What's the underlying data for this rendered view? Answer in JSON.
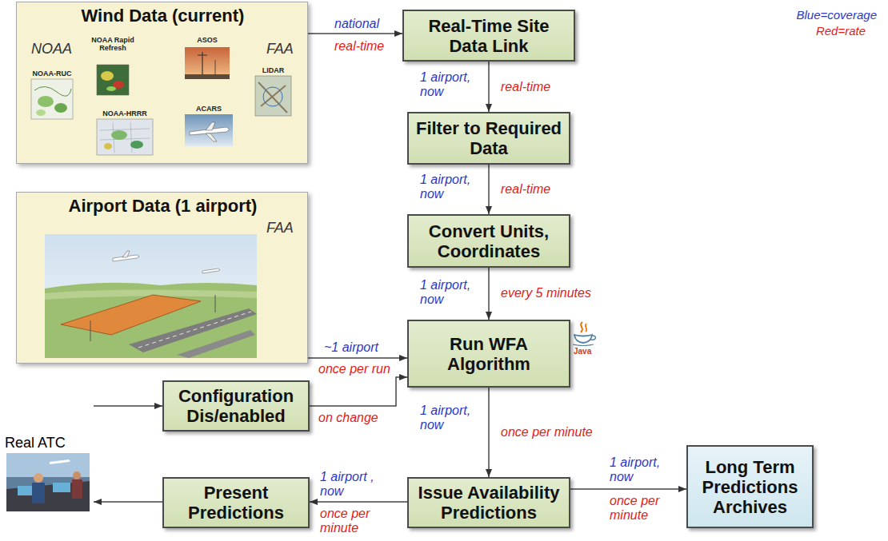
{
  "diagram": {
    "nodes": [
      {
        "text": [
          "Wind Data (current)",
          "NOAA",
          "FAA",
          "NOAA Rapid Refresh",
          "NOAA-RUC",
          "NOAA-HRRR",
          "ASOS",
          "LIDAR",
          "ACARS"
        ]
      },
      {
        "text": [
          "Real-Time Site Data Link"
        ]
      },
      {
        "text": [
          "Filter to Required Data"
        ]
      },
      {
        "text": [
          "Convert Units, Coordinates"
        ]
      },
      {
        "text": [
          "Airport Data (1 airport)",
          "FAA"
        ]
      },
      {
        "text": [
          "Run WFA Algorithm"
        ]
      },
      {
        "text": [
          "Real ATC"
        ]
      },
      {
        "text": [
          "Configuration Dis/enabled"
        ]
      },
      {
        "text": [
          "Present Predictions"
        ]
      },
      {
        "text": [
          "Issue Availability Predictions"
        ]
      },
      {
        "text": [
          "Long Term Predictions Archives"
        ]
      }
    ],
    "edges": [
      {
        "from": 0,
        "to": 1,
        "arrow": "to",
        "label": "national"
      },
      {
        "from": 1,
        "to": 2,
        "arrow": "to",
        "label": "1 airport, now"
      },
      {
        "from": 2,
        "to": 3,
        "arrow": "to",
        "label": "1 airport, now"
      },
      {
        "from": 3,
        "to": 5,
        "arrow": "to",
        "label": "1 airport, now"
      },
      {
        "from": 4,
        "to": 5,
        "arrow": "to",
        "label": "~1 airport"
      },
      {
        "from": 6,
        "to": 7,
        "arrow": "to"
      },
      {
        "from": 7,
        "to": 5,
        "arrow": "to",
        "label": "on change"
      },
      {
        "from": 5,
        "to": 9,
        "arrow": "to",
        "label": "1 airport, now"
      },
      {
        "from": 9,
        "to": 8,
        "arrow": "to",
        "label": "1 airport , now"
      },
      {
        "from": 9,
        "to": 10,
        "arrow": "to",
        "label": "1 airport, now"
      },
      {
        "from": 8,
        "to": 6,
        "arrow": "to"
      }
    ],
    "labels": [
      "Blue=coverage",
      "Red=rate",
      "real-time",
      "real-time",
      "real-time",
      "every 5 minutes",
      "once per run",
      "once per minute",
      "once per minute",
      "once per minute",
      "Java"
    ]
  }
}
